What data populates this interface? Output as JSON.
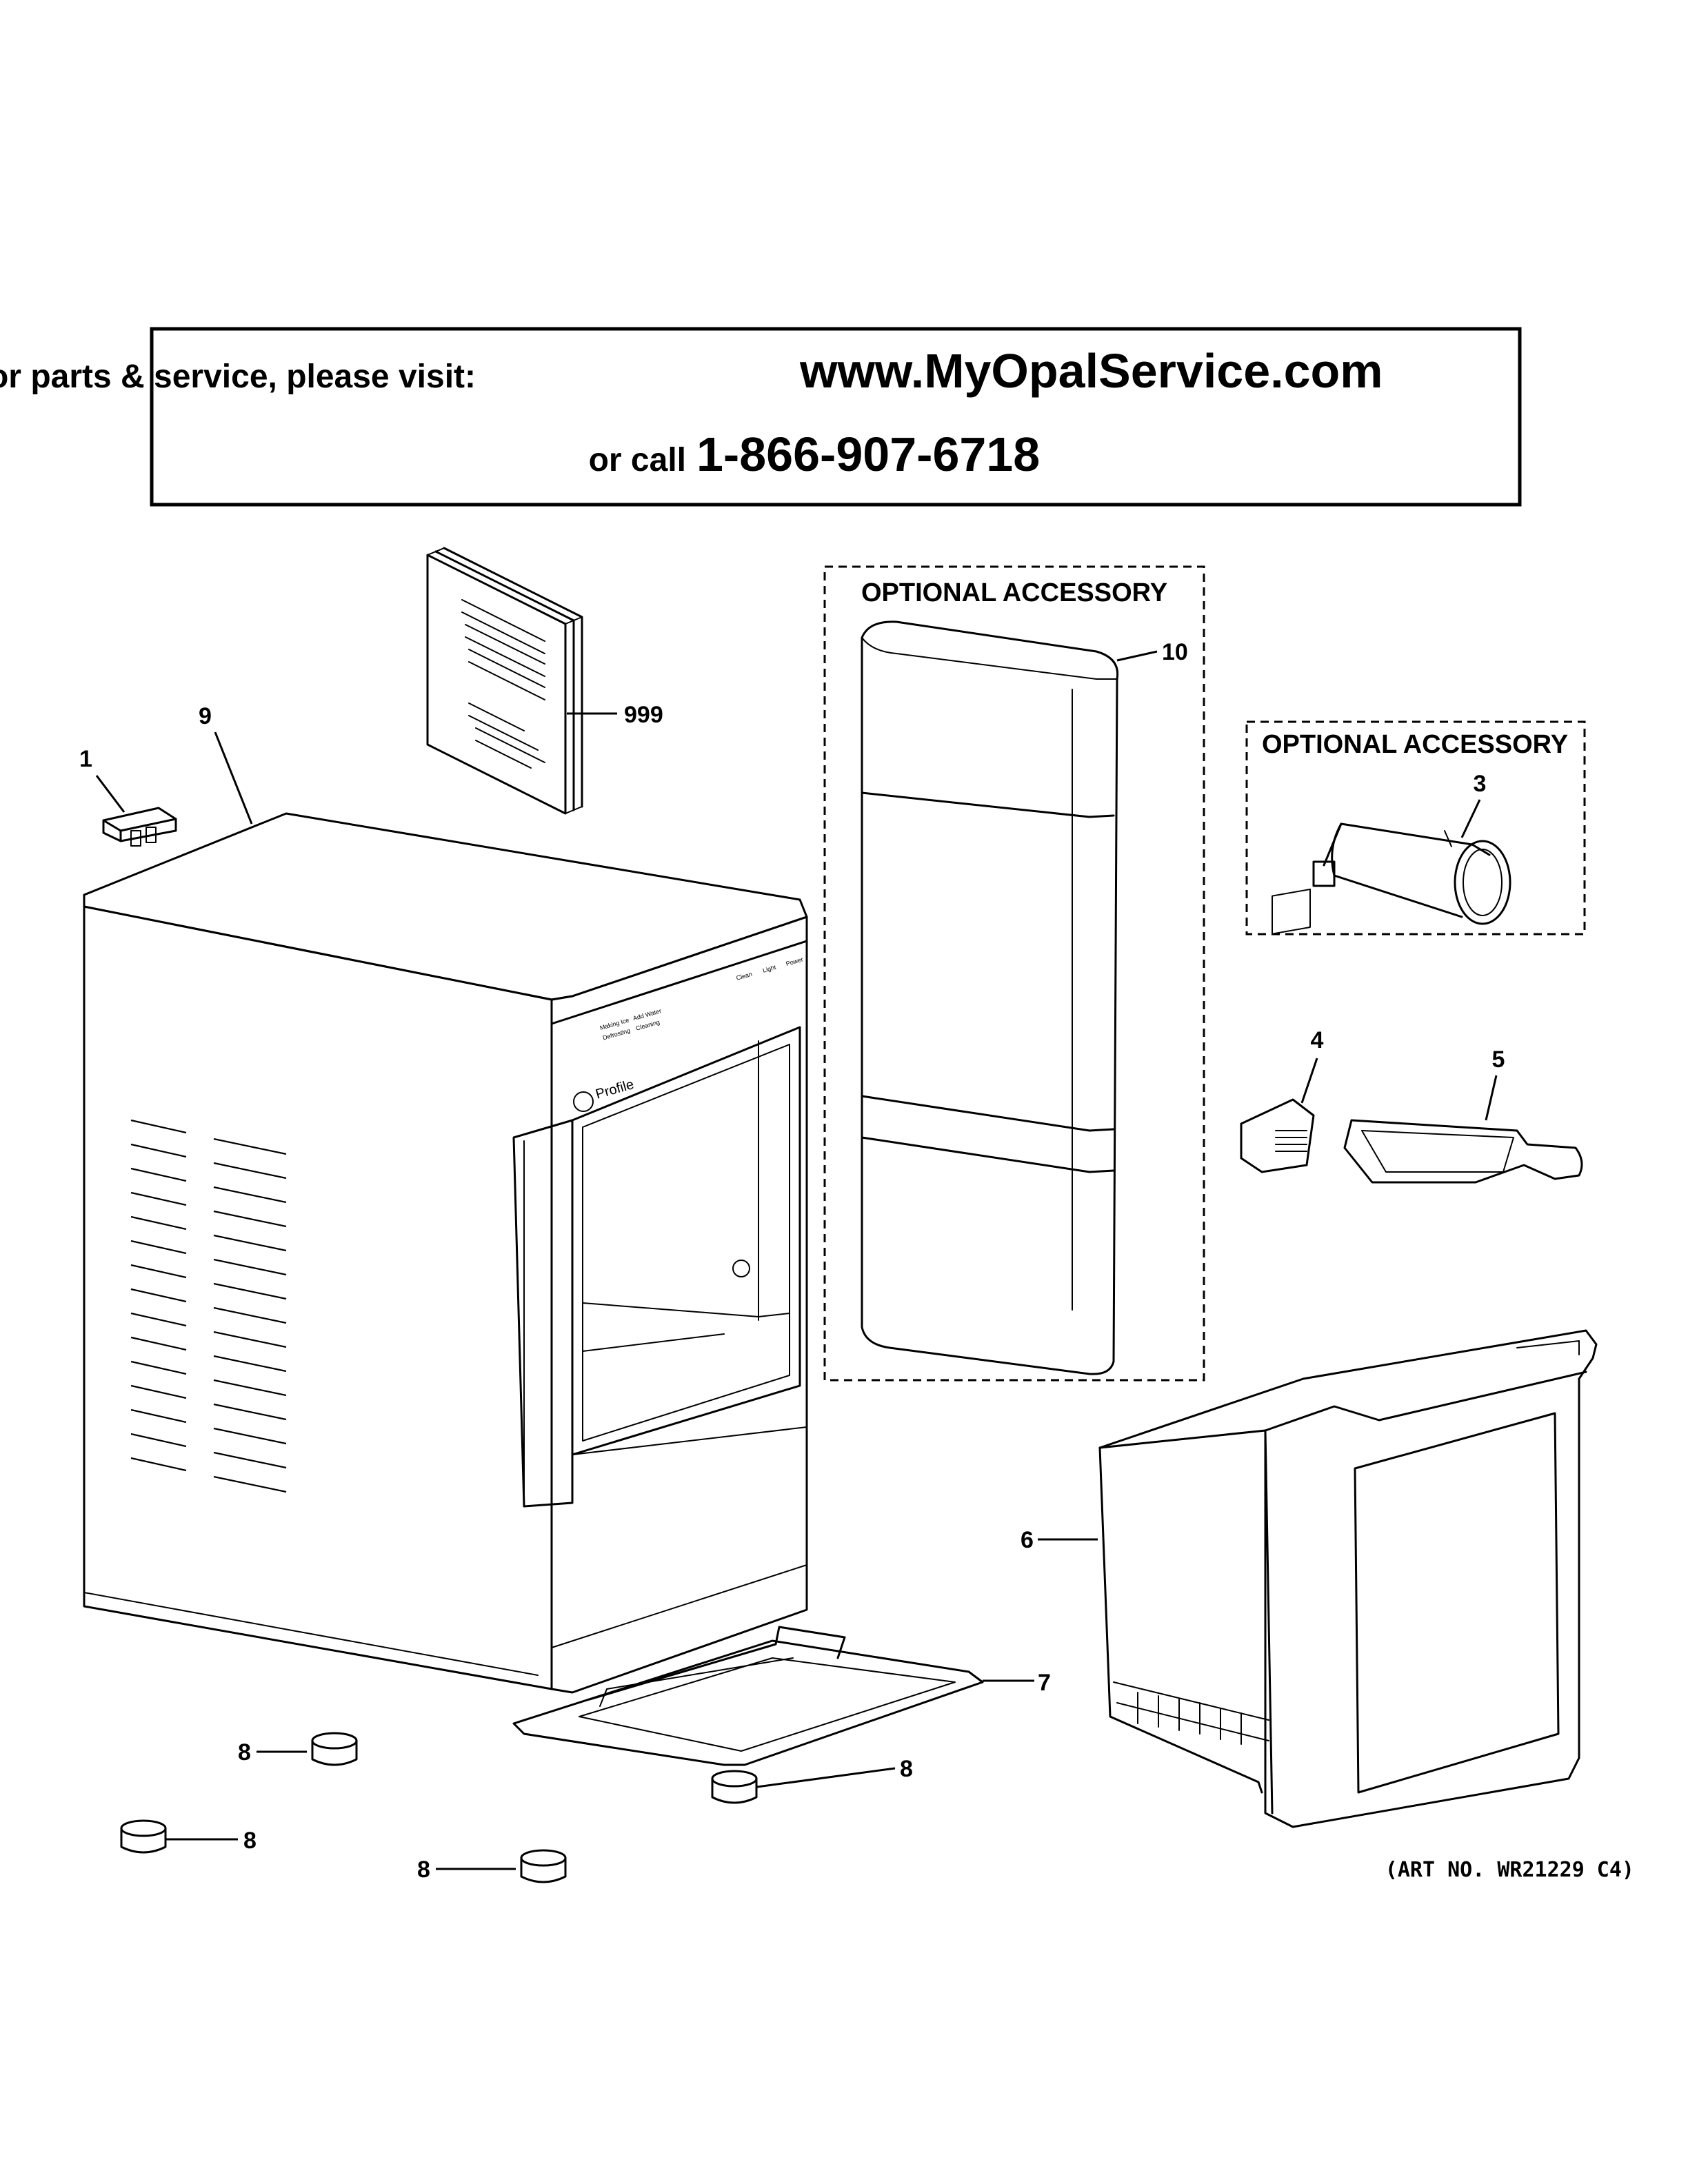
{
  "header": {
    "visit_text": "For parts & service, please visit:",
    "url": "www.MyOpalService.com",
    "call_text": "or call",
    "phone": "1-866-907-6718"
  },
  "accessories": {
    "box_a_title": "OPTIONAL ACCESSORY",
    "box_b_title": "OPTIONAL ACCESSORY"
  },
  "callouts": {
    "p1": "1",
    "p3": "3",
    "p4": "4",
    "p5": "5",
    "p6": "6",
    "p7": "7",
    "p8a": "8",
    "p8b": "8",
    "p8c": "8",
    "p8d": "8",
    "p9": "9",
    "p10": "10",
    "p999": "999"
  },
  "panel": {
    "making_ice": "Making Ice",
    "add_water": "Add Water",
    "defrosting": "Defrosting",
    "cleaning": "Cleaning",
    "clean": "Clean",
    "light": "Light",
    "power": "Power",
    "brand": "Profile"
  },
  "art_number": "(ART NO. WR21229 C4)"
}
